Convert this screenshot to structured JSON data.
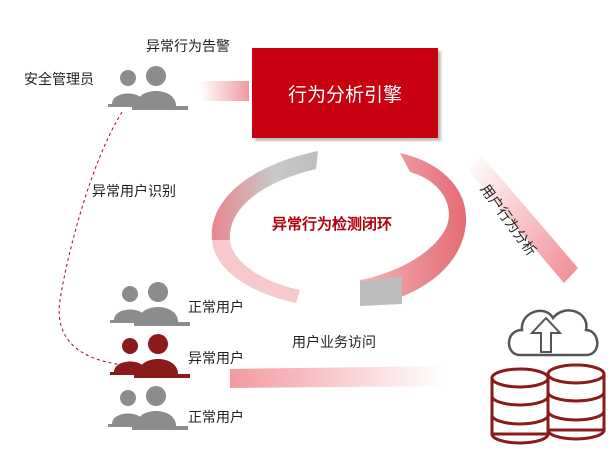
{
  "labels": {
    "admin": "安全管理员",
    "alert": "异常行为告警",
    "engine": "行为分析引擎",
    "identify": "异常用户识别",
    "loop": "异常行为检测闭环",
    "behavior_analysis": "用户行为分析",
    "business_access": "用户业务访问",
    "normal_user_1": "正常用户",
    "abnormal_user": "异常用户",
    "normal_user_2": "正常用户"
  },
  "colors": {
    "accent": "#c8000f",
    "gray_icon": "#8c8c8c",
    "abnormal_icon": "#8b1a1a"
  },
  "icons": [
    "user-group-icon",
    "cloud-upload-icon",
    "database-icon"
  ]
}
